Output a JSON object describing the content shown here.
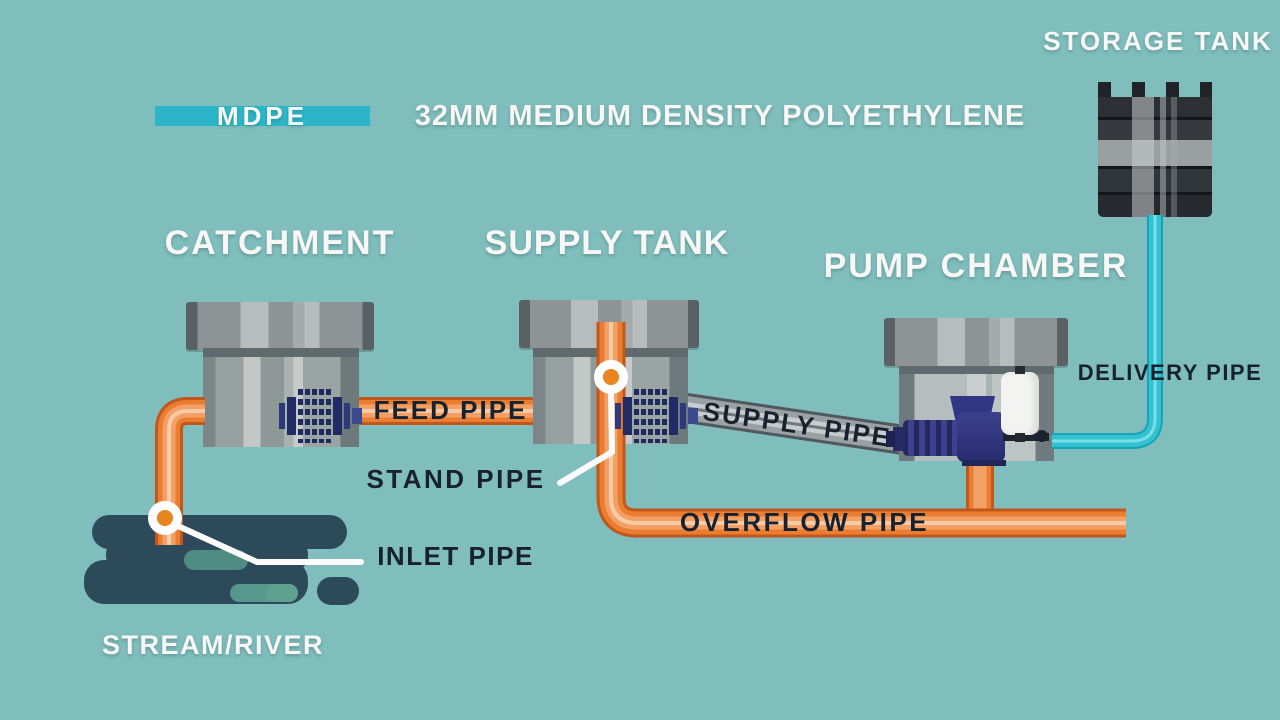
{
  "title": "32MM MEDIUM DENSITY POLYETHYLENE",
  "legend": {
    "label": "MDPE"
  },
  "stations": {
    "catchment": "CATCHMENT",
    "supply_tank": "SUPPLY TANK",
    "pump_chamber": "PUMP CHAMBER",
    "storage_tank": "STORAGE TANK",
    "stream_river": "STREAM/RIVER"
  },
  "pipes": {
    "feed": "FEED PIPE",
    "stand": "STAND PIPE",
    "inlet": "INLET PIPE",
    "supply": "SUPPLY PIPE",
    "overflow": "OVERFLOW PIPE",
    "delivery": "DELIVERY PIPE"
  },
  "colors": {
    "background": "#7fbebd",
    "pipe_orange": "#ea7d30",
    "pipe_cyan": "#32c2d1",
    "pipe_gray": "#9aa1a4",
    "mdpe_bar": "#2cb5c8",
    "water_dark": "#2d4a5a",
    "water_weed": "#4f8d82",
    "label_navy": "#18222e",
    "label_white": "#f7f8f6",
    "fitting_navy": "#1d2a5e",
    "tank_gray": "#8e9496",
    "storage_dark": "#23272b"
  }
}
